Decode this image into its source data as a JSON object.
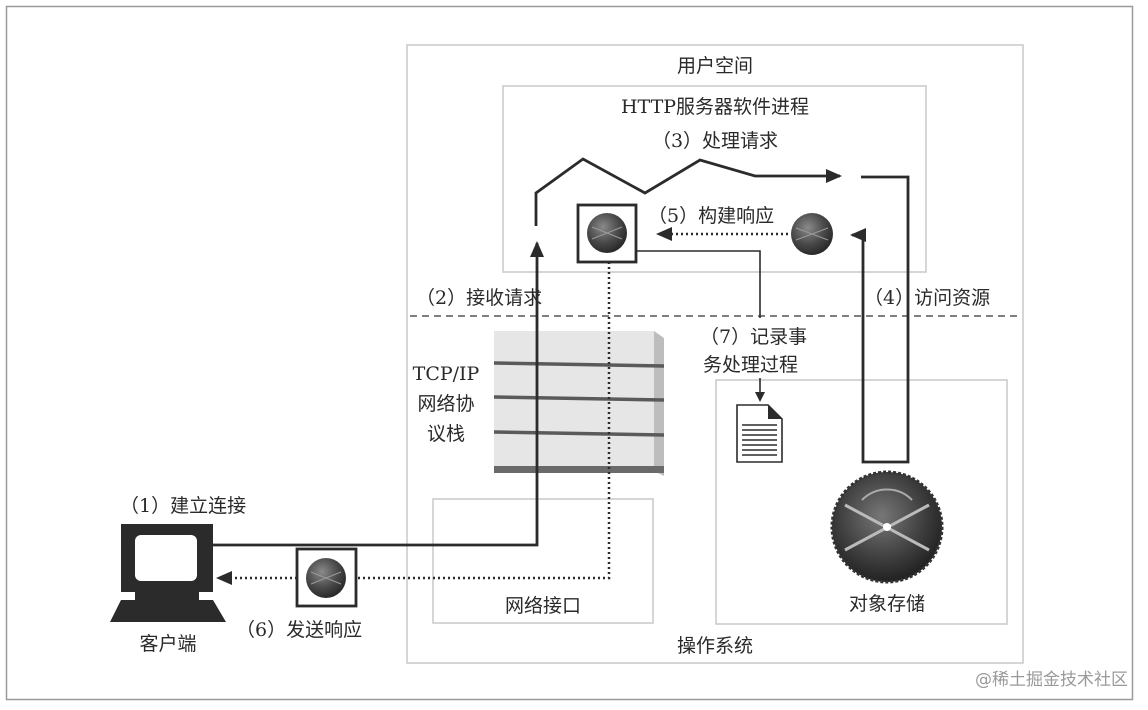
{
  "diagram": {
    "title": "HTTP server request processing steps",
    "regions": {
      "user_space": "用户空间",
      "http_process": "HTTP服务器软件进程",
      "operating_system": "操作系统",
      "network_interface": "网络接口",
      "object_storage": "对象存储",
      "tcpip_stack": [
        "TCP/IP",
        "网络协",
        "议栈"
      ],
      "client": "客户端"
    },
    "steps": [
      {
        "id": 1,
        "label": "（1）建立连接"
      },
      {
        "id": 2,
        "label": "（2）接收请求"
      },
      {
        "id": 3,
        "label": "（3）处理请求"
      },
      {
        "id": 4,
        "label": "（4）访问资源"
      },
      {
        "id": 5,
        "label": "（5）构建响应"
      },
      {
        "id": 6,
        "label": "（6）发送响应"
      },
      {
        "id": 7,
        "label_lines": [
          "（7）记录事",
          "务处理过程"
        ]
      }
    ],
    "watermark": "@稀土掘金技术社区",
    "colors": {
      "line": "#2b2b2b",
      "box_border": "#c8c8c8",
      "stack_fill": "#e6e6e6",
      "stack_edge": "#5a5a5a",
      "globe": "#4a4a4a"
    }
  }
}
